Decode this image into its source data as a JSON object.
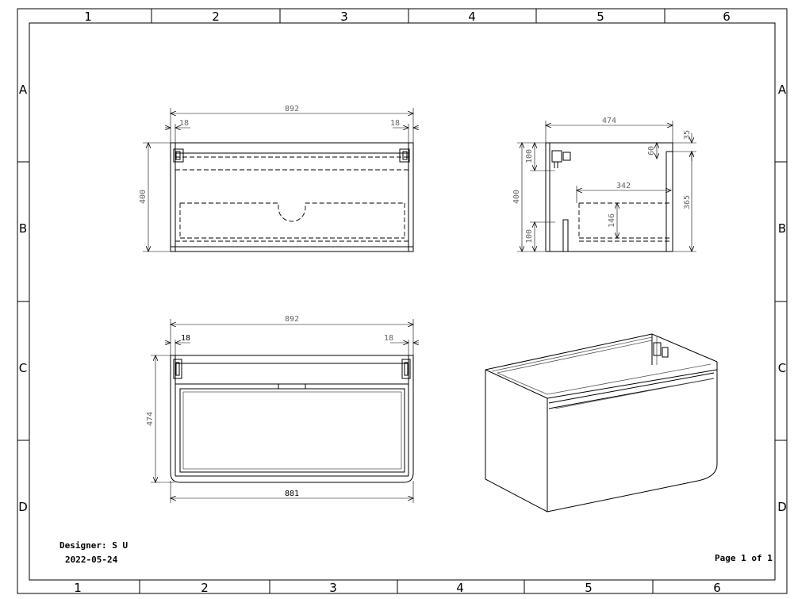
{
  "border": {
    "columns_top": [
      "1",
      "2",
      "3",
      "4",
      "5",
      "6"
    ],
    "columns_bottom": [
      "1",
      "2",
      "3",
      "4",
      "5",
      "6"
    ],
    "rows_left": [
      "A",
      "B",
      "C",
      "D"
    ],
    "rows_right": [
      "A",
      "B",
      "C",
      "D"
    ]
  },
  "front_view": {
    "width": "892",
    "side_left": "18",
    "side_right": "18",
    "height": "400"
  },
  "side_view": {
    "depth": "474",
    "top_offset": "35",
    "rail_height": "60",
    "upper_gap": "100",
    "height": "400",
    "lower_gap": "100",
    "drawer_depth": "342",
    "drawer_height": "146",
    "inner_height": "365"
  },
  "top_view": {
    "width": "892",
    "side_left": "18",
    "side_right": "18",
    "depth": "474",
    "bottom_width": "881"
  },
  "footer": {
    "designer": "Designer: S U",
    "date": "2022-05-24",
    "page": "Page 1 of 1"
  }
}
